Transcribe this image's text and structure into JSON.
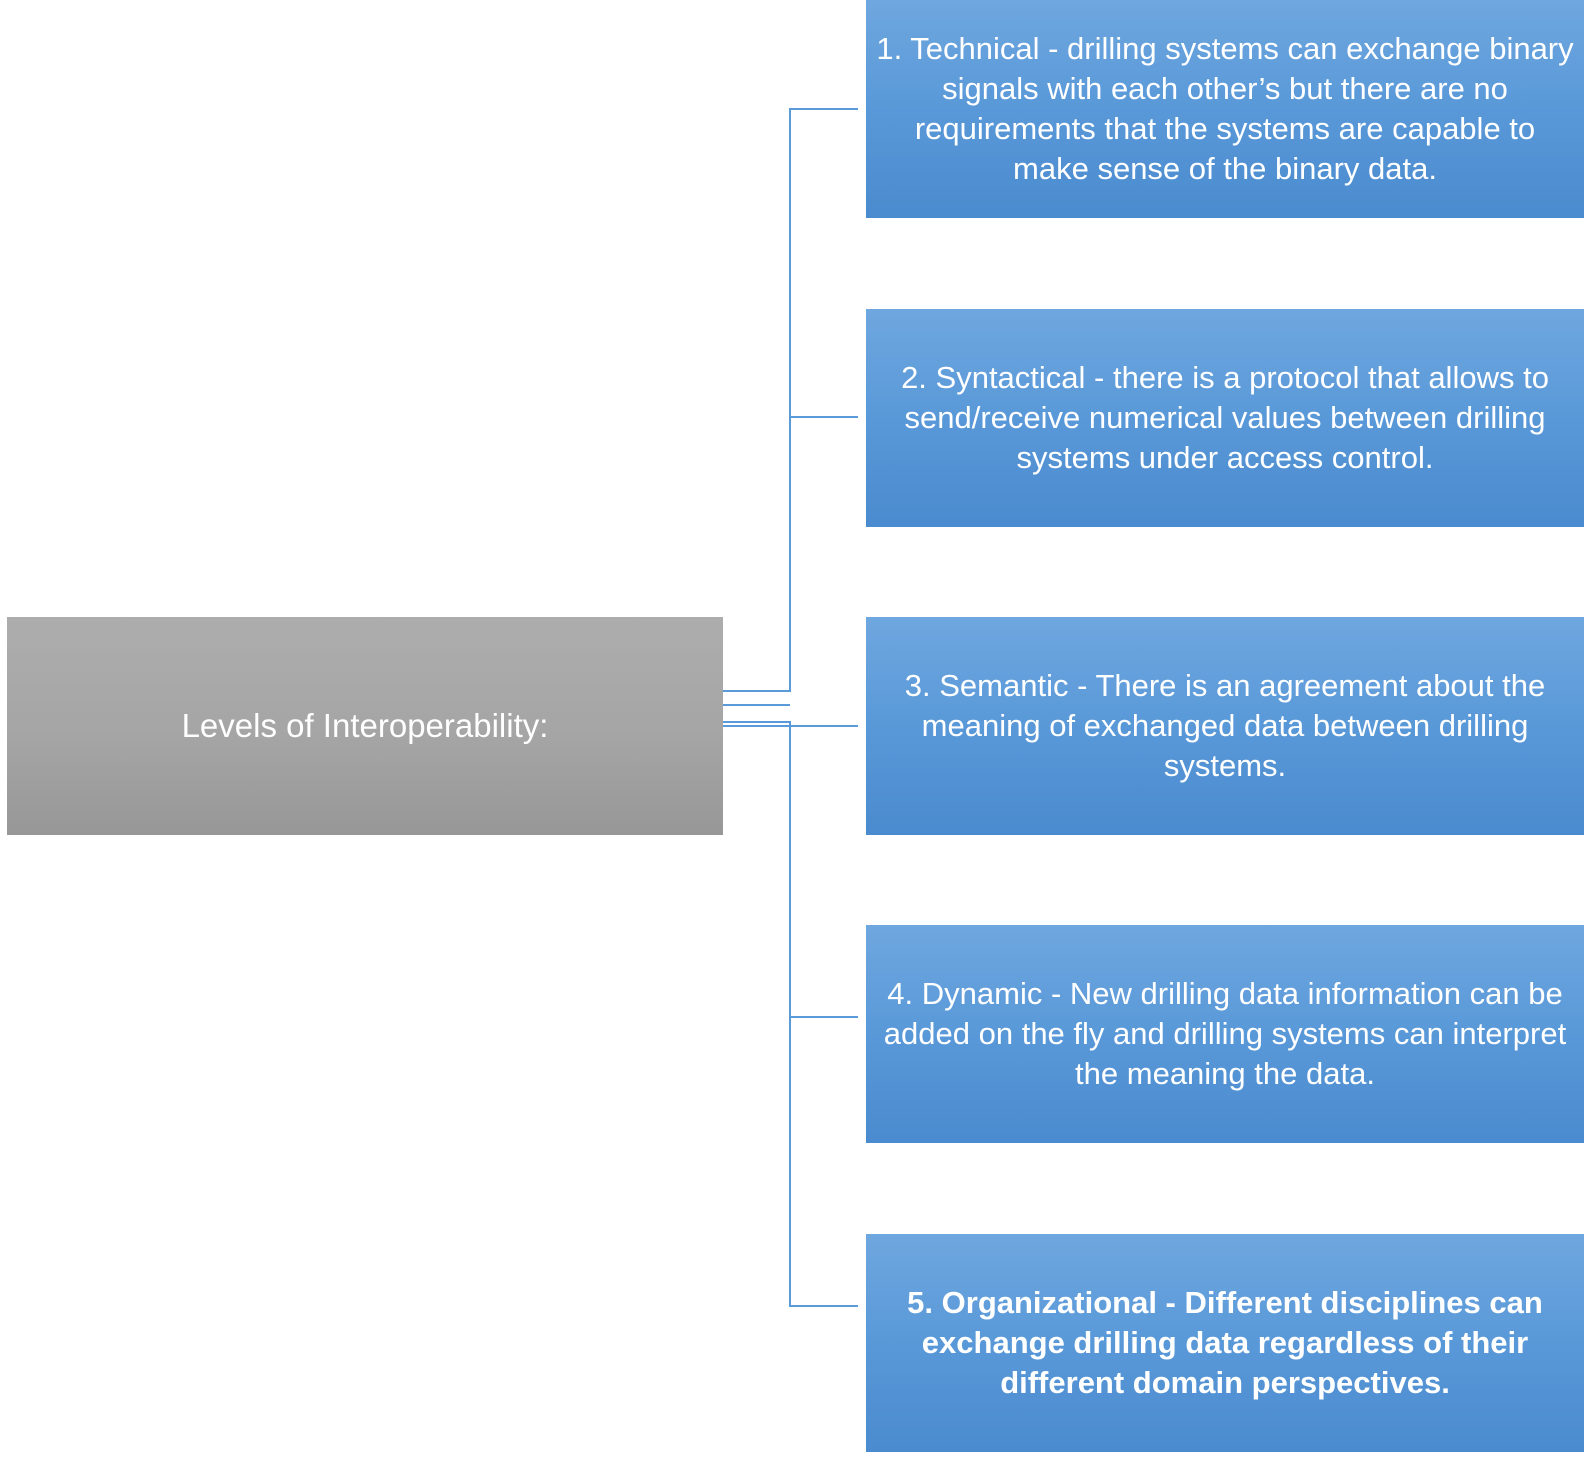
{
  "diagram": {
    "root": {
      "label": "Levels of Interoperability:"
    },
    "levels": [
      {
        "text": "1. Technical - drilling systems can exchange binary signals with each other’s but there are no requirements that the systems are capable to make sense of the binary data.",
        "bold": false
      },
      {
        "text": "2. Syntactical - there is a protocol that allows to send/receive numerical values between drilling systems under access control.",
        "bold": false
      },
      {
        "text": "3. Semantic - There is an agreement about the meaning of exchanged data between drilling systems.",
        "bold": false
      },
      {
        "text": "4. Dynamic - New drilling data information can be added on the fly and drilling systems can interpret the meaning the data.",
        "bold": false
      },
      {
        "text": "5. Organizational - Different disciplines can exchange drilling data regardless of their different domain perspectives.",
        "bold": true
      }
    ],
    "colors": {
      "root_fill": "#a5a5a5",
      "level_fill": "#5b9ad9",
      "connector": "#5b9ad9",
      "text": "#ffffff"
    }
  }
}
